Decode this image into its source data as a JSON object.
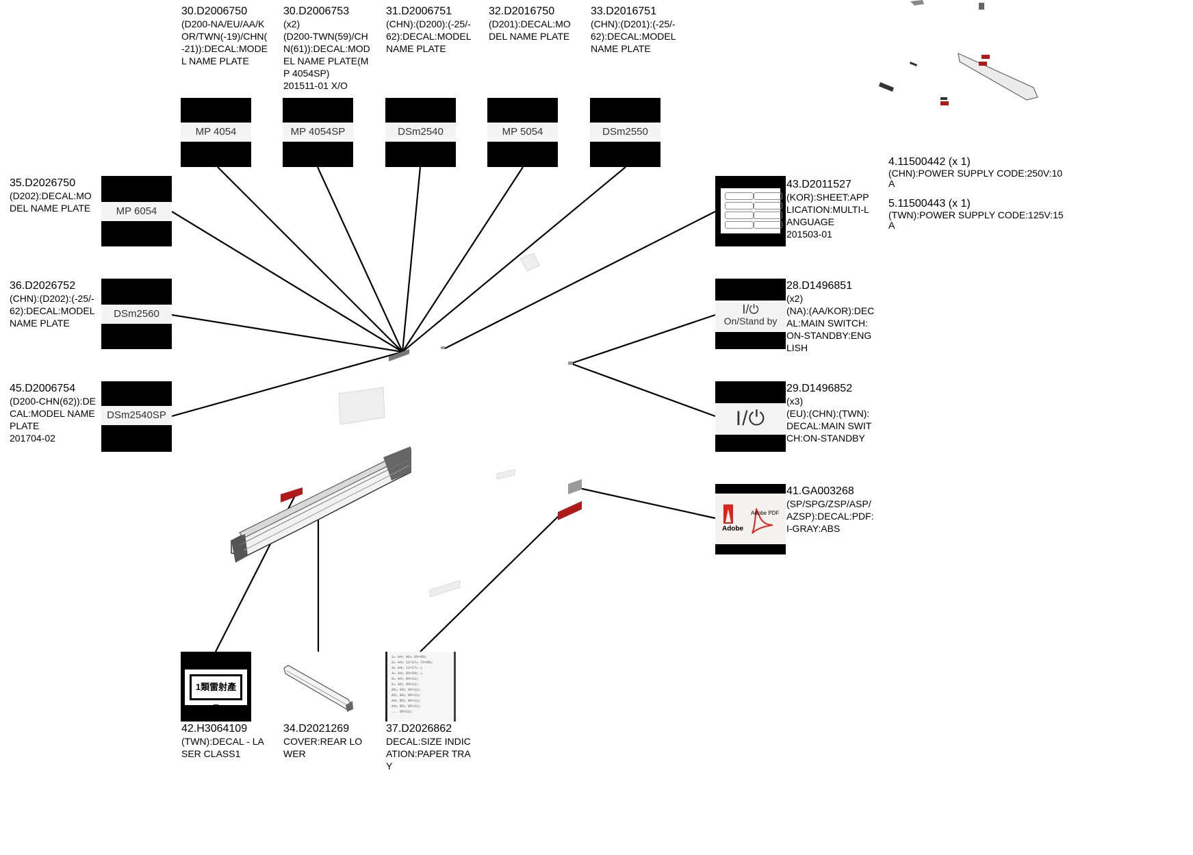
{
  "parts": [
    {
      "key": "p30a",
      "number": "30.D2006750",
      "desc": "(D200-NA/EU/AA/K\nOR/TWN(-19)/CHN(\n-21)):DECAL:MODE\nL NAME PLATE",
      "plate": "MP 4054"
    },
    {
      "key": "p30b",
      "number": "30.D2006753",
      "desc": "(x2)\n(D200-TWN(59)/CH\nN(61)):DECAL:MOD\nEL NAME PLATE(M\nP 4054SP)\n201511-01 X/O",
      "plate": "MP 4054SP"
    },
    {
      "key": "p31",
      "number": "31.D2006751",
      "desc": "(CHN):(D200):(-25/-\n62):DECAL:MODEL\nNAME PLATE",
      "plate": "DSm2540"
    },
    {
      "key": "p32",
      "number": "32.D2016750",
      "desc": "(D201):DECAL:MO\nDEL NAME PLATE",
      "plate": "MP 5054"
    },
    {
      "key": "p33",
      "number": "33.D2016751",
      "desc": "(CHN):(D201):(-25/-\n62):DECAL:MODEL\nNAME PLATE",
      "plate": "DSm2550"
    },
    {
      "key": "p35",
      "number": "35.D2026750",
      "desc": "(D202):DECAL:MO\nDEL NAME PLATE",
      "plate": "MP 6054"
    },
    {
      "key": "p36",
      "number": "36.D2026752",
      "desc": "(CHN):(D202):(-25/-\n62):DECAL:MODEL\nNAME PLATE",
      "plate": "DSm2560"
    },
    {
      "key": "p45",
      "number": "45.D2006754",
      "desc": "(D200-CHN(62)):DE\nCAL:MODEL NAME\n PLATE\n201704-02",
      "plate": "DSm2540SP"
    },
    {
      "key": "p43",
      "number": "43.D2011527",
      "desc": "(KOR):SHEET:APP\nLICATION:MULTI-L\nANGUAGE\n201503-01"
    },
    {
      "key": "p28",
      "number": "28.D1496851",
      "desc": "(x2)\n(NA):(AA/KOR):DEC\nAL:MAIN SWITCH:\nON-STANDBY:ENG\nLISH",
      "switch_top": "I/⏻",
      "switch_bottom": "On/Stand by"
    },
    {
      "key": "p29",
      "number": "29.D1496852",
      "desc": "(x3)\n(EU):(CHN):(TWN):\nDECAL:MAIN SWIT\nCH:ON-STANDBY",
      "switch_top": "I/⏻"
    },
    {
      "key": "p41",
      "number": "41.GA003268",
      "desc": "(SP/SPG/ZSP/ASP/\nAZSP):DECAL:PDF:\nI-GRAY:ABS",
      "logo_a": "Adobe",
      "logo_b": "Adobe PDF"
    },
    {
      "key": "p42",
      "number": "42.H3064109",
      "desc": "(TWN):DECAL - LA\nSER CLASS1",
      "laser_text": "1類雷射產品"
    },
    {
      "key": "p34",
      "number": "34.D2021269",
      "desc": "COVER:REAR LO\nWER"
    },
    {
      "key": "p37",
      "number": "37.D2026862",
      "desc": "DECAL:SIZE INDIC\nATION:PAPER TRA\nY"
    },
    {
      "key": "p4",
      "number": "4.11500442 (x 1)",
      "desc": "(CHN):POWER SUPPLY CODE:250V:10\nA"
    },
    {
      "key": "p5",
      "number": "5.11500443 (x 1)",
      "desc": "(TWN):POWER SUPPLY CODE:125V:15\nA"
    }
  ],
  "size_table": [
    "1▭  A4▯   A6▭  8½×8½▯",
    "2▭  A4▯   11×17▭ 7½×8½▯",
    "3▭  A4▯   11×17▭   ▢",
    "4▭  A4▯   8½×5½▯   ▭",
    "5▭  A4▯   8½×11▯",
    "5▭  A5▯   8½×11▯",
    "A5▭ A5▯   8½×11▯",
    "A5▯ B4▯   8½×11▯",
    "A4▯ B5▯   8½×11▯",
    "A4▯ B5▯   8½×11▯",
    "     ...  8½×11▯"
  ],
  "colors": {
    "decal_red": "#b01a1a",
    "frame_gray": "#555555",
    "thumb_black": "#000000"
  }
}
